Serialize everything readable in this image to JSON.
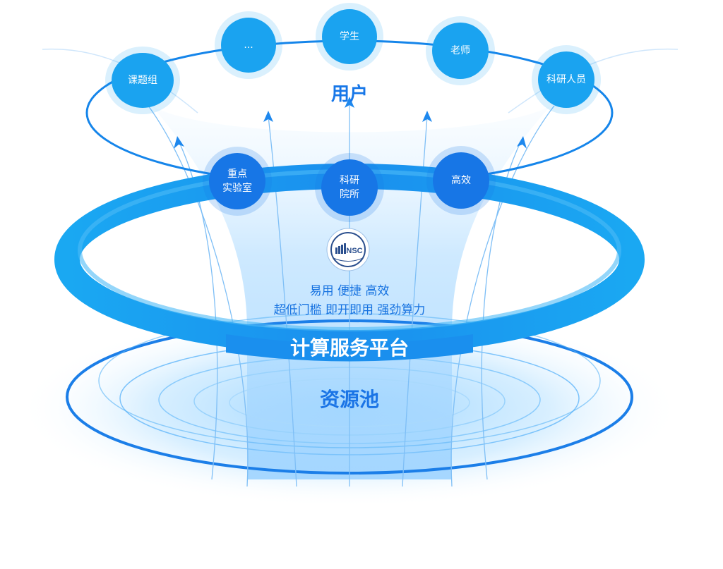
{
  "users": {
    "title": "用户",
    "nodes": [
      {
        "label": "课题组"
      },
      {
        "label": "..."
      },
      {
        "label": "学生"
      },
      {
        "label": "老师"
      },
      {
        "label": "科研人员"
      }
    ]
  },
  "institutions": [
    {
      "lines": [
        "重点",
        "实验室"
      ]
    },
    {
      "lines": [
        "科研",
        "院所"
      ]
    },
    {
      "lines": [
        "高效"
      ]
    }
  ],
  "features": {
    "line1": "易用  便捷  高效",
    "line2": "超低门槛 即开即用 强劲算力"
  },
  "platform": {
    "title": "计算服务平台"
  },
  "pool": {
    "title": "资源池"
  },
  "logo": {
    "text": "NSC"
  },
  "colors": {
    "ring": "#1296ee",
    "user_node": "#1aa3f0",
    "inst_node": "#1776e6",
    "text_blue": "#1672e0"
  }
}
